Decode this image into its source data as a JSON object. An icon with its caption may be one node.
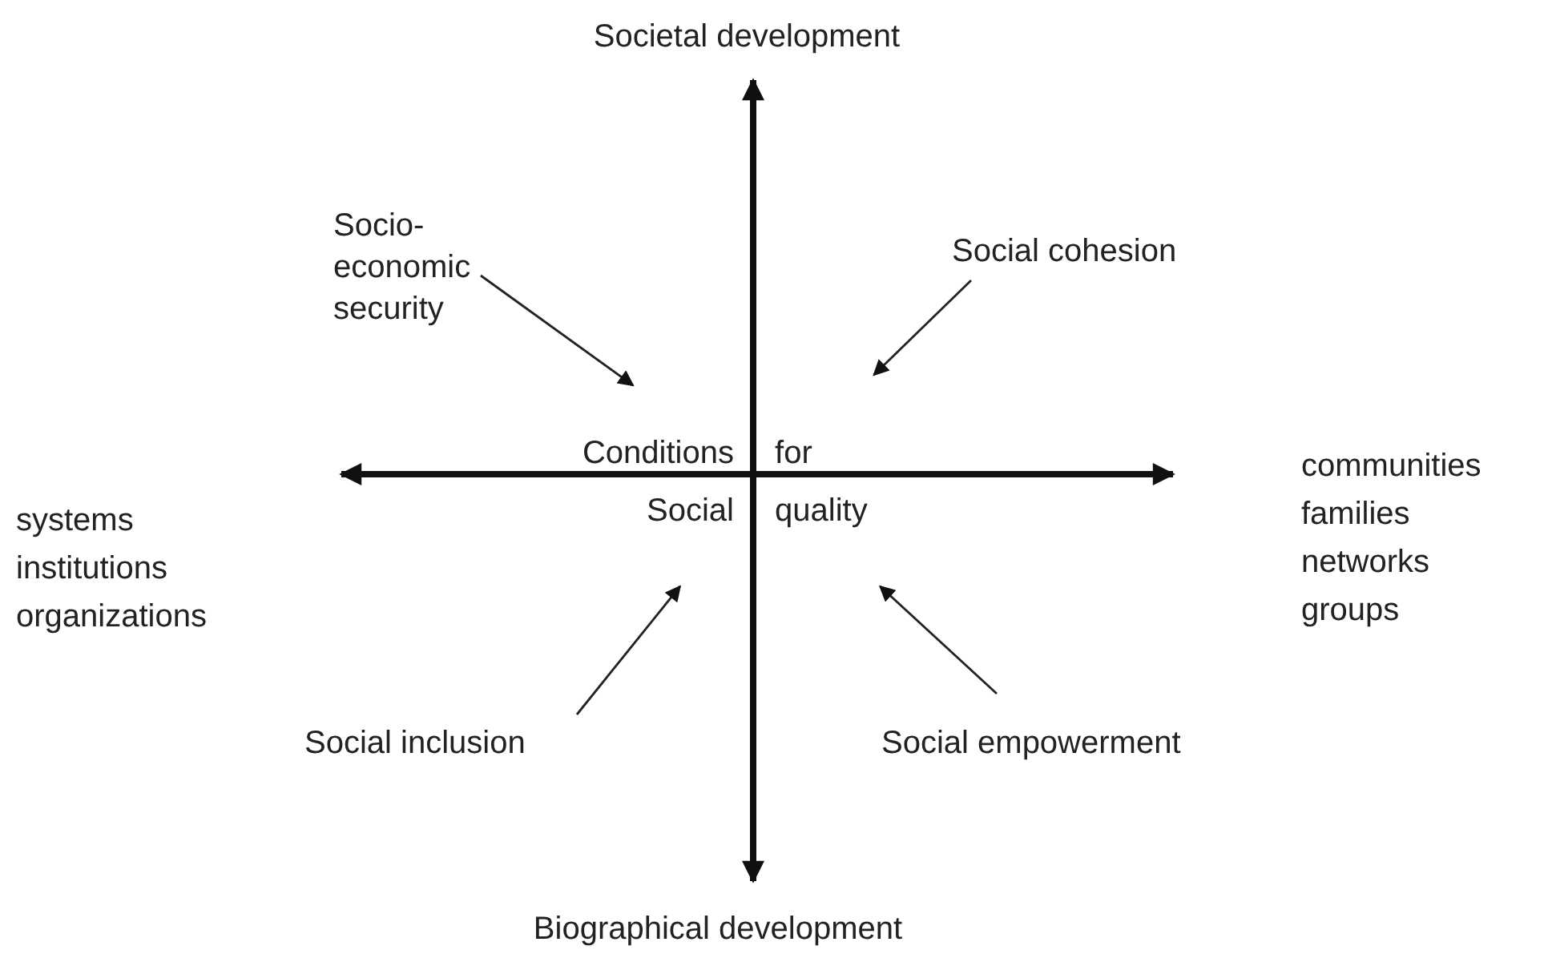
{
  "diagram": {
    "nodes": [
      {
        "text": [
          "Socio-economic security"
        ]
      },
      {
        "text": [
          "Social cohesion"
        ]
      },
      {
        "text": [
          "Conditions for",
          "Social quality"
        ]
      },
      {
        "text": [
          "Social inclusion"
        ]
      },
      {
        "text": [
          "Social empowerment"
        ]
      }
    ],
    "edges": [
      {
        "from": 0,
        "to": 2,
        "arrow": "to"
      },
      {
        "from": 1,
        "to": 2,
        "arrow": "to"
      },
      {
        "from": 3,
        "to": 2,
        "arrow": "to"
      },
      {
        "from": 4,
        "to": 2,
        "arrow": "to"
      }
    ],
    "labels": [
      "Societal development",
      "systems institutions organizations",
      "communities families networks groups",
      "Biographical development"
    ]
  }
}
